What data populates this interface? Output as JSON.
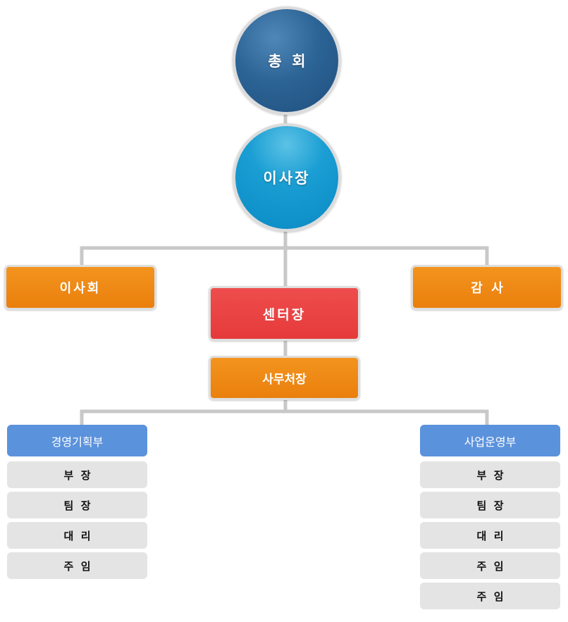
{
  "nodes": {
    "general_assembly": "총  회",
    "chairman": "이사장",
    "board_of_directors": "이사회",
    "auditor": "감  사",
    "center_director": "센터장",
    "secretary_general": "사무처장"
  },
  "departments": [
    {
      "name": "경영기획부",
      "staff": [
        "부  장",
        "팀  장",
        "대  리",
        "주  임"
      ]
    },
    {
      "name": "사업운영부",
      "staff": [
        "부  장",
        "팀  장",
        "대  리",
        "주  임",
        "주  임"
      ]
    }
  ],
  "colors": {
    "connector": "#c8c8c8",
    "circle_top": "#2c6496",
    "circle_second": "#0a8ac4",
    "orange": "#f08a18",
    "red": "#e84545",
    "dept_blue": "#5b92dc",
    "staff_gray": "#e4e4e4"
  }
}
